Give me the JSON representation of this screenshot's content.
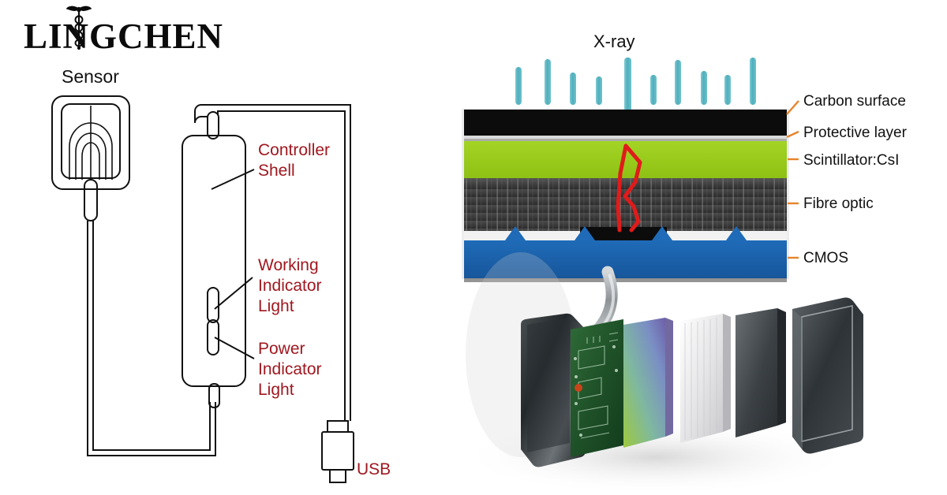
{
  "brand": {
    "name": "LINGCHEN",
    "logo_icon": "caduceus-icon"
  },
  "left_panel": {
    "sensor_label": "Sensor",
    "controller_label_line1": "Controller",
    "controller_label_line2": "Shell",
    "working_label_line1": "Working",
    "working_label_line2": "Indicator",
    "working_label_line3": "Light",
    "power_label_line1": "Power",
    "power_label_line2": "Indicator",
    "power_label_line3": "Light",
    "usb_label": "USB",
    "label_color": "#A01820",
    "outline_color": "#111111"
  },
  "right_panel": {
    "xray_label": "X-ray",
    "leader_color": "#E8832A",
    "layers": [
      {
        "name": "Carbon surface",
        "color": "#0C0C0C"
      },
      {
        "name": "Protective layer",
        "color": "#E6E6E6"
      },
      {
        "name": "Scintillator:CsI",
        "color": "#9ACD1E"
      },
      {
        "name": "Fibre optic",
        "color": "#3A3A3A"
      },
      {
        "name": "CMOS",
        "color": "#1A5FA8"
      }
    ],
    "xray_beam_color": "#5BB8C4",
    "light_path_color": "#E01B1B"
  },
  "exploded_view": {
    "layers": [
      "back-housing",
      "pcb-board",
      "scintillator-panel",
      "fibre-optic-panel",
      "cmos-panel",
      "front-housing"
    ]
  }
}
